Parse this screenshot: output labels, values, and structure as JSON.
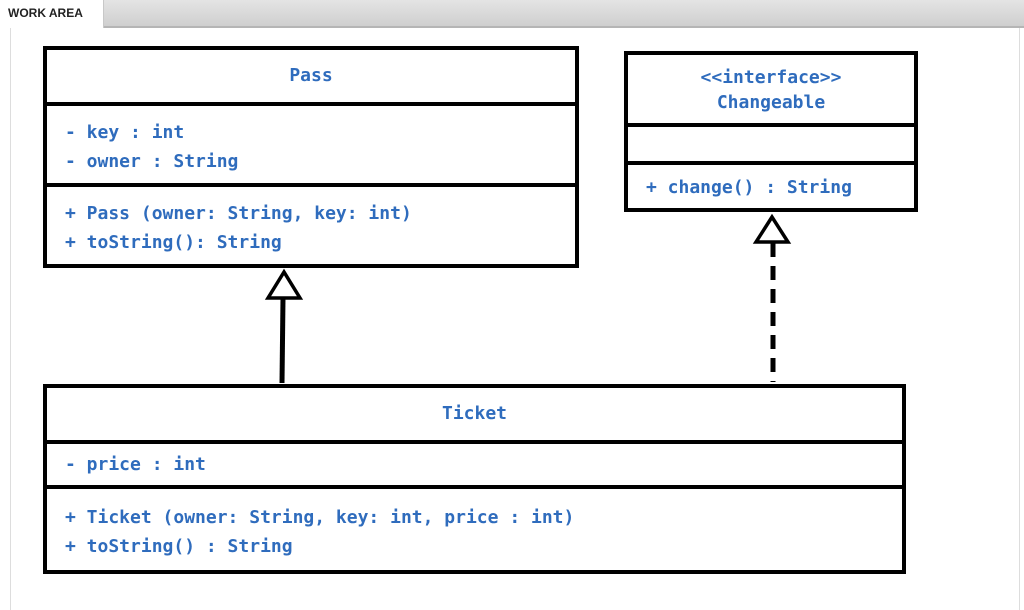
{
  "tab": {
    "label": "WORK AREA"
  },
  "text_color": "#2f6cbd",
  "pass": {
    "name": "Pass",
    "attributes": [
      "- key : int",
      "- owner : String"
    ],
    "methods": [
      "+ Pass (owner: String, key: int)",
      "+ toString(): String"
    ]
  },
  "changeable": {
    "stereotype": "<<interface>>",
    "name": "Changeable",
    "methods": [
      "+ change() : String"
    ]
  },
  "ticket": {
    "name": "Ticket",
    "attributes": [
      "- price : int"
    ],
    "methods": [
      "+ Ticket (owner: String, key: int, price : int)",
      "+ toString() : String"
    ]
  }
}
